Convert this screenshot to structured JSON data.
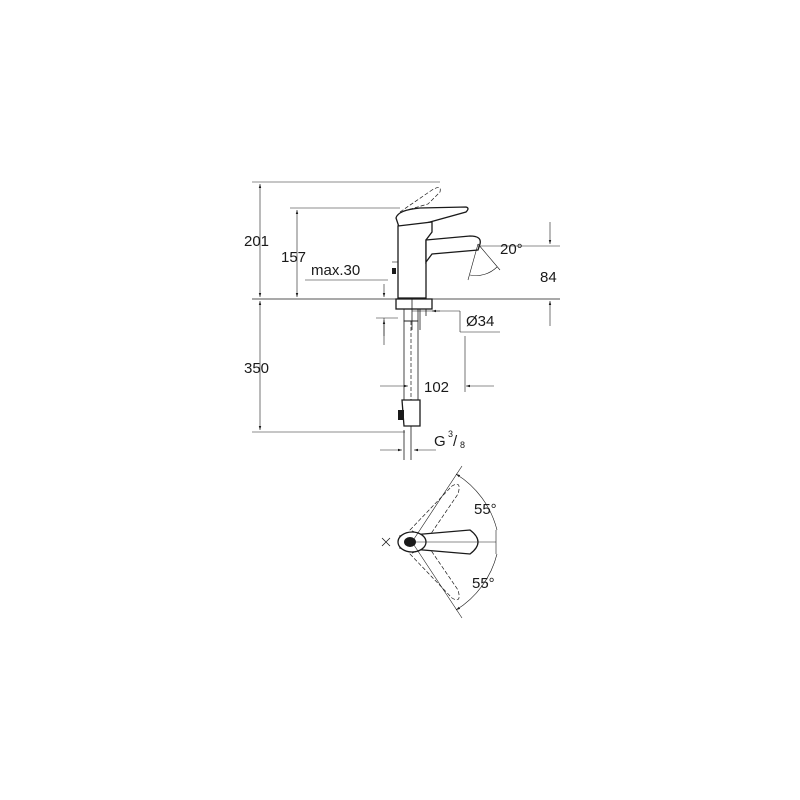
{
  "dimensions": {
    "total_height": "201",
    "handle_height": "157",
    "max_thickness": "max.30",
    "spout_angle": "20°",
    "spout_height": "84",
    "base_diameter": "Ø34",
    "hose_length": "350",
    "spout_reach": "102",
    "connection_thread": "G",
    "connection_sup": "3",
    "connection_sub": "8",
    "rotation_upper": "55°",
    "rotation_lower": "55°"
  },
  "colors": {
    "line": "#1a1a1a",
    "background": "#ffffff"
  }
}
